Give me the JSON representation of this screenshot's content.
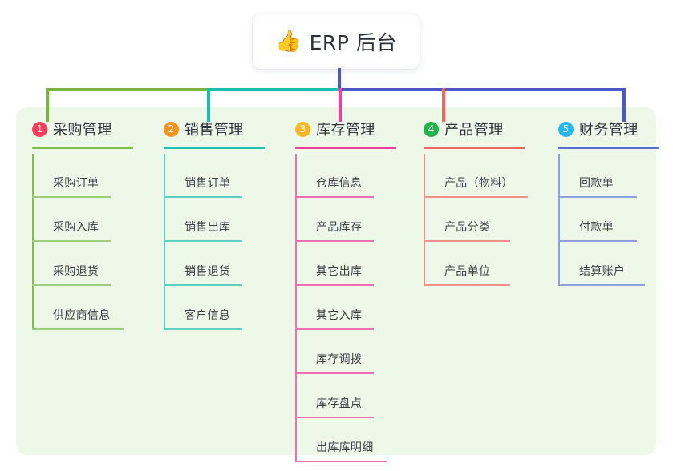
{
  "diagram": {
    "title": "ERP 后台",
    "root": {
      "icon": "thumbs-up-emoji",
      "emoji": "👍",
      "label": "ERP 后台"
    },
    "palette": {
      "panel_background": "#eef8e8",
      "page_background": "#ffffff",
      "root_text": "#2b2f38",
      "branch_text": "#2f3440",
      "leaf_text": "#3b4049",
      "root_stem": "#4a57c4"
    },
    "branches": [
      {
        "number": "1",
        "label": "采购管理",
        "badge_color": "#f2405d",
        "rule_color": "#7cc04a",
        "connector_color": "#7cb342",
        "leaves": [
          {
            "label": "采购订单"
          },
          {
            "label": "采购入库"
          },
          {
            "label": "采购退货"
          },
          {
            "label": "供应商信息"
          }
        ]
      },
      {
        "number": "2",
        "label": "销售管理",
        "badge_color": "#f59220",
        "rule_color": "#19c3b2",
        "connector_color": "#16bfae",
        "leaves": [
          {
            "label": "销售订单"
          },
          {
            "label": "销售出库"
          },
          {
            "label": "销售退货"
          },
          {
            "label": "客户信息"
          }
        ]
      },
      {
        "number": "3",
        "label": "库存管理",
        "badge_color": "#fbb724",
        "rule_color": "#ef3ea0",
        "connector_color": "#ef3ea0",
        "leaves": [
          {
            "label": "仓库信息"
          },
          {
            "label": "产品库存"
          },
          {
            "label": "其它出库"
          },
          {
            "label": "其它入库"
          },
          {
            "label": "库存调拨"
          },
          {
            "label": "库存盘点"
          },
          {
            "label": "出库库明细"
          }
        ]
      },
      {
        "number": "4",
        "label": "产品管理",
        "badge_color": "#22b24c",
        "rule_color": "#f4655f",
        "connector_color": "#f4655f",
        "leaves": [
          {
            "label": "产品（物料）"
          },
          {
            "label": "产品分类"
          },
          {
            "label": "产品单位"
          }
        ]
      },
      {
        "number": "5",
        "label": "财务管理",
        "badge_color": "#29b6f0",
        "rule_color": "#5a6fd6",
        "connector_color": "#4a57c4",
        "leaves": [
          {
            "label": "回款单"
          },
          {
            "label": "付款单"
          },
          {
            "label": "结算账户"
          }
        ]
      }
    ]
  }
}
